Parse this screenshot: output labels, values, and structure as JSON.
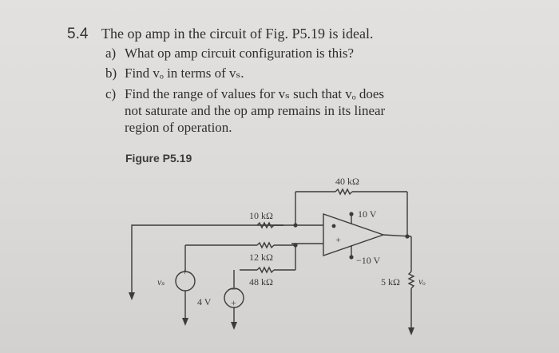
{
  "problem": {
    "number": "5.4",
    "statement": "The op amp in the circuit of Fig. P5.19 is ideal.",
    "parts": [
      {
        "label": "a)",
        "lines": [
          "What op amp circuit configuration is this?"
        ]
      },
      {
        "label": "b)",
        "lines": [
          "Find vₒ in terms of vₛ."
        ]
      },
      {
        "label": "c)",
        "lines": [
          "Find the range of values for vₛ such that vₒ does",
          "not saturate and the op amp remains in its linear",
          "region of operation."
        ]
      }
    ]
  },
  "figure": {
    "caption": "Figure P5.19",
    "labels": {
      "r_feedback": "40 kΩ",
      "r_input": "10 kΩ",
      "r_mid": "12 kΩ",
      "r_lower": "48 kΩ",
      "r_load": "5 kΩ",
      "supply_pos": "10 V",
      "supply_neg": "−10 V",
      "source_vs": "vₛ",
      "source_4v": "4 V",
      "output_vo": "vₒ",
      "plus": "+",
      "minus": "−"
    }
  }
}
